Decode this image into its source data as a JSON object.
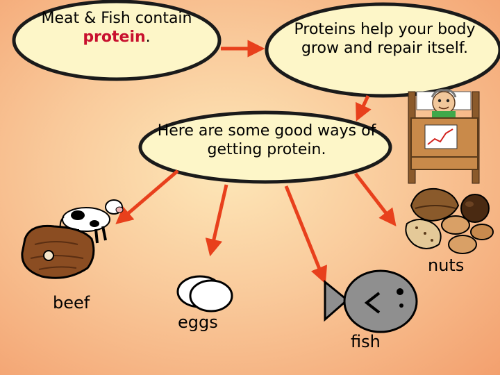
{
  "bubbles": {
    "meat_fish": {
      "before": "Meat & Fish contain ",
      "highlight": "protein",
      "after": "."
    },
    "proteins_help": {
      "text": "Proteins help your body grow and repair itself."
    },
    "good_ways": {
      "text": "Here are some good ways of getting protein."
    }
  },
  "food_labels": {
    "beef": "beef",
    "eggs": "eggs",
    "fish": "fish",
    "nuts": "nuts"
  },
  "colors": {
    "bubble_fill": "#fdf6c8",
    "arrow": "#e8401c",
    "highlight_text": "#c8102e"
  },
  "icons": [
    "cow-icon",
    "beef-steak-icon",
    "eggs-icon",
    "fish-icon",
    "nuts-icon",
    "person-in-bed-icon"
  ]
}
